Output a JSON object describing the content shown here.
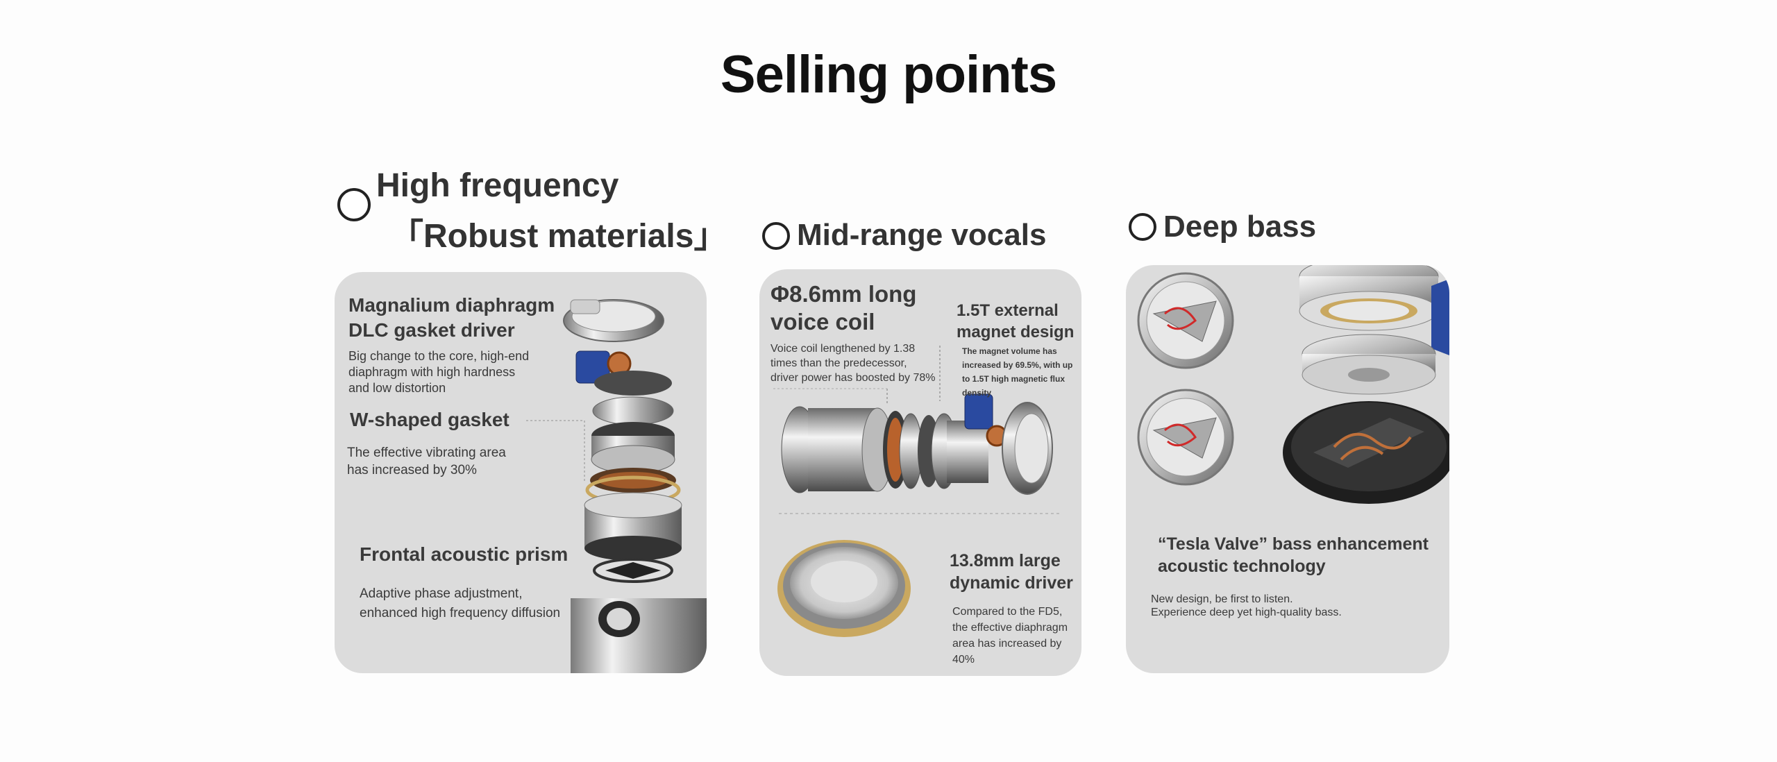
{
  "page": {
    "title": "Selling points"
  },
  "headings": {
    "high_frequency_line1": "High frequency",
    "high_frequency_line2": "「Robust materials」",
    "mid_range": "Mid-range vocals",
    "deep_bass": "Deep bass"
  },
  "card1": {
    "feature1_title": "Magnalium diaphragm\nDLC gasket driver",
    "feature1_desc": "Big change to the core, high-end\ndiaphragm with high hardness\nand low distortion",
    "feature2_title": "W-shaped gasket",
    "feature2_desc": "The effective vibrating area\nhas increased by 30%",
    "feature3_title": "Frontal acoustic prism",
    "feature3_desc": "Adaptive phase adjustment,\nenhanced high frequency diffusion"
  },
  "card2": {
    "feature1_title": "Φ8.6mm long\nvoice coil",
    "feature1_desc": "Voice coil lengthened by 1.38\n times than the predecessor,\ndriver power has boosted by 78%",
    "feature2_title": "1.5T external\n magnet design",
    "feature2_desc": "The magnet volume has\nincreased by 69.5%, with up\nto 1.5T high magnetic flux\ndensity",
    "feature3_title": "13.8mm large\n dynamic driver",
    "feature3_desc": "Compared to the FD5,\nthe effective diaphragm\narea has increased by 40%"
  },
  "card3": {
    "feature_title": "“Tesla Valve” bass enhancement\nacoustic technology",
    "feature_desc": "New design, be first to listen.\nExperience deep yet high-quality bass."
  },
  "colors": {
    "card_bg": "#dcdcdc",
    "accent_blue": "#2a4aa0",
    "accent_copper": "#c0703a"
  }
}
